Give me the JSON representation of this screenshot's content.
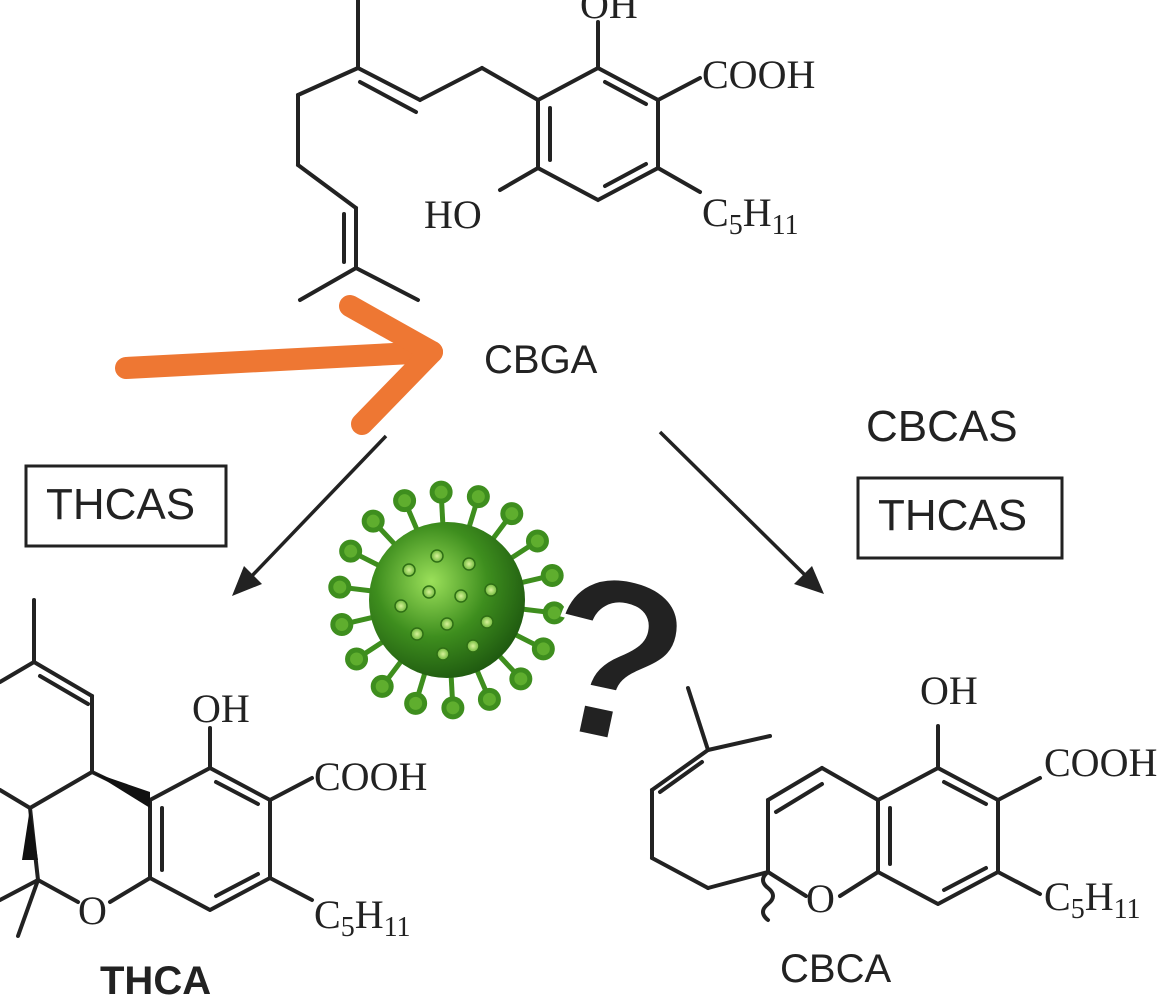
{
  "compounds": {
    "cbga": {
      "name": "CBGA",
      "oh_label": "OH",
      "cooh_label": "COOH",
      "ho_label": "HO",
      "chain_label_main": "C",
      "chain_label_sub1": "5",
      "chain_label_main2": "H",
      "chain_label_sub2": "11"
    },
    "thca": {
      "name": "THCA",
      "oh_label": "OH",
      "cooh_label": "COOH",
      "o_label": "O",
      "chain_label_main": "C",
      "chain_label_sub1": "5",
      "chain_label_main2": "H",
      "chain_label_sub2": "11"
    },
    "cbca": {
      "name": "CBCA",
      "oh_label": "OH",
      "cooh_label": "COOH",
      "o_label": "O",
      "chain_label_main": "C",
      "chain_label_sub1": "5",
      "chain_label_main2": "H",
      "chain_label_sub2": "11"
    }
  },
  "enzymes": {
    "left_boxed": "THCAS",
    "right_plain": "CBCAS",
    "right_boxed": "THCAS"
  },
  "overlays": {
    "question_mark": "?",
    "arrow_color": "#EE7733",
    "question_color": "#D81B1B",
    "virus_color": "#3E8E1E",
    "virus_highlight": "#8BD34A",
    "virus_icon": "coronavirus-icon"
  }
}
